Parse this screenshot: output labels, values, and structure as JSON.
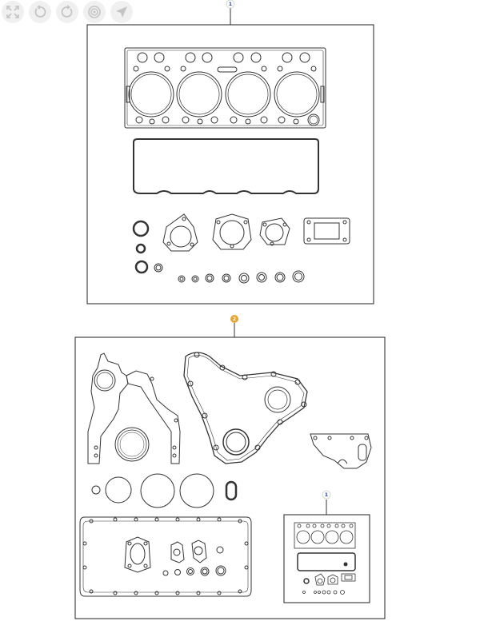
{
  "toolbar": {
    "buttons": [
      {
        "name": "fullscreen",
        "icon": "expand-icon"
      },
      {
        "name": "rotate-left",
        "icon": "rotate-left-icon"
      },
      {
        "name": "rotate-right",
        "icon": "rotate-right-icon"
      },
      {
        "name": "reset",
        "icon": "target-icon"
      },
      {
        "name": "navigate",
        "icon": "cursor-arrow-icon"
      }
    ],
    "icon_color": "#c4c4c4"
  },
  "callouts": {
    "top_kit": {
      "label": "1",
      "color": "#1a3fa8",
      "fill": "#ffffff"
    },
    "bottom_kit": {
      "label": "2",
      "color": "#ffffff",
      "fill": "#e6a533"
    },
    "inset_kit": {
      "label": "1",
      "color": "#1a3fa8",
      "fill": "#ffffff"
    }
  },
  "colors": {
    "line": "#333333",
    "frame": "#222222"
  }
}
